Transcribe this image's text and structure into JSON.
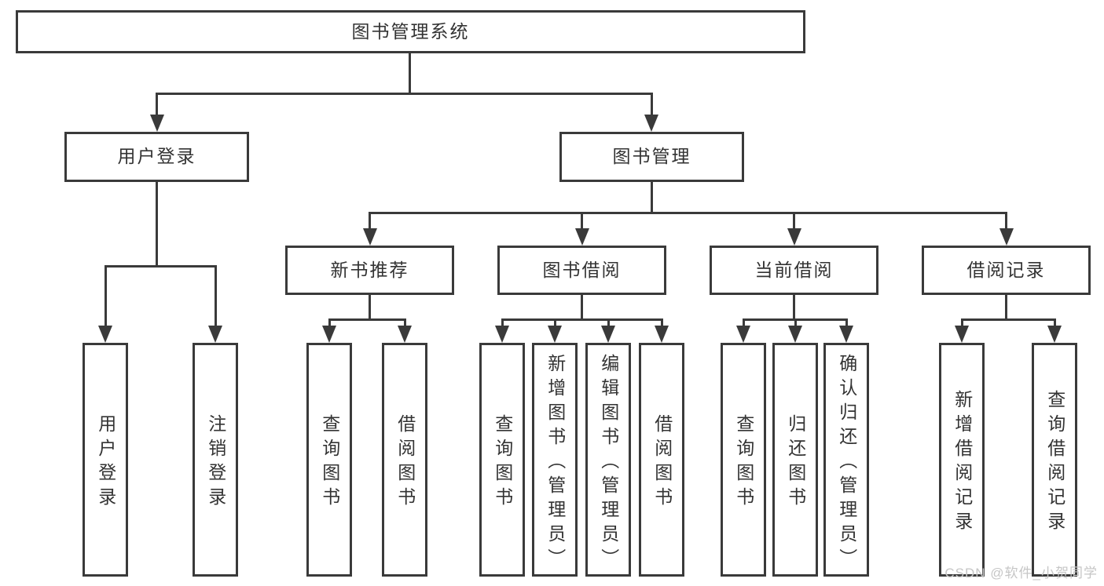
{
  "diagram": {
    "root": {
      "label": "图书管理系统",
      "children": [
        {
          "label": "用户登录",
          "children": [
            {
              "label": "用户登录"
            },
            {
              "label": "注销登录"
            }
          ]
        },
        {
          "label": "图书管理",
          "children": [
            {
              "label": "新书推荐",
              "children": [
                {
                  "label": "查询图书"
                },
                {
                  "label": "借阅图书"
                }
              ]
            },
            {
              "label": "图书借阅",
              "children": [
                {
                  "label": "查询图书"
                },
                {
                  "label": "新增图书（管理员）"
                },
                {
                  "label": "编辑图书（管理员）"
                },
                {
                  "label": "借阅图书"
                }
              ]
            },
            {
              "label": "当前借阅",
              "children": [
                {
                  "label": "查询图书"
                },
                {
                  "label": "归还图书"
                },
                {
                  "label": "确认归还（管理员）"
                }
              ]
            },
            {
              "label": "借阅记录",
              "children": [
                {
                  "label": "新增借阅记录"
                },
                {
                  "label": "查询借阅记录"
                }
              ]
            }
          ]
        }
      ]
    },
    "watermark": "CSDN @软件_小贺同学",
    "colors": {
      "line": "#3a3a3a",
      "text": "#333333",
      "watermark": "#c6c6c6"
    }
  }
}
